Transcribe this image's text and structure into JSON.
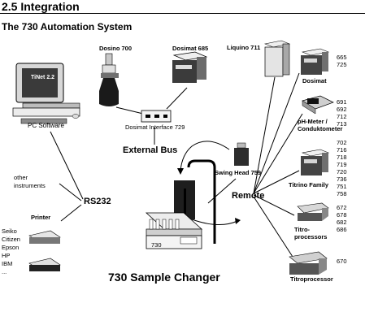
{
  "section_title": "2.5 Integration",
  "subtitle": "The 730 Automation System",
  "devices": {
    "pc_software": "PC Software",
    "tinet": "TiNet 2.2",
    "dosino": "Dosino 700",
    "dosimat_685": "Dosimat 685",
    "liquino": "Liquino 711",
    "dosimat_interface": "Dosimat Interface 729",
    "external_bus": "External Bus",
    "swing_head": "Swing Head 759",
    "remote": "Remote",
    "rs232": "RS232",
    "other_instruments_1": "other",
    "other_instruments_2": "instruments",
    "printer": "Printer",
    "sample_changer": "730 Sample Changer",
    "sample_changer_badge": "730",
    "dosimat": "Dosimat",
    "ph_meter_1": "pH-Meter /",
    "ph_meter_2": "Conduktometer",
    "titrino_family": "Titrino Family",
    "titroprocessors_1": "Titro-",
    "titroprocessors_2": "processors",
    "titroprocessor": "Titroprocessor"
  },
  "printer_brands": [
    "Seiko",
    "Citizen",
    "Epson",
    "HP",
    "IBM",
    "..."
  ],
  "model_numbers": {
    "dosimat": [
      "665",
      "725"
    ],
    "ph_meter": [
      "691",
      "692",
      "712",
      "713"
    ],
    "titrino": [
      "702",
      "716",
      "718",
      "719",
      "720",
      "736",
      "751",
      "758"
    ],
    "titroprocessors": [
      "672",
      "678",
      "682",
      "686"
    ],
    "titroprocessor": [
      "670"
    ]
  }
}
